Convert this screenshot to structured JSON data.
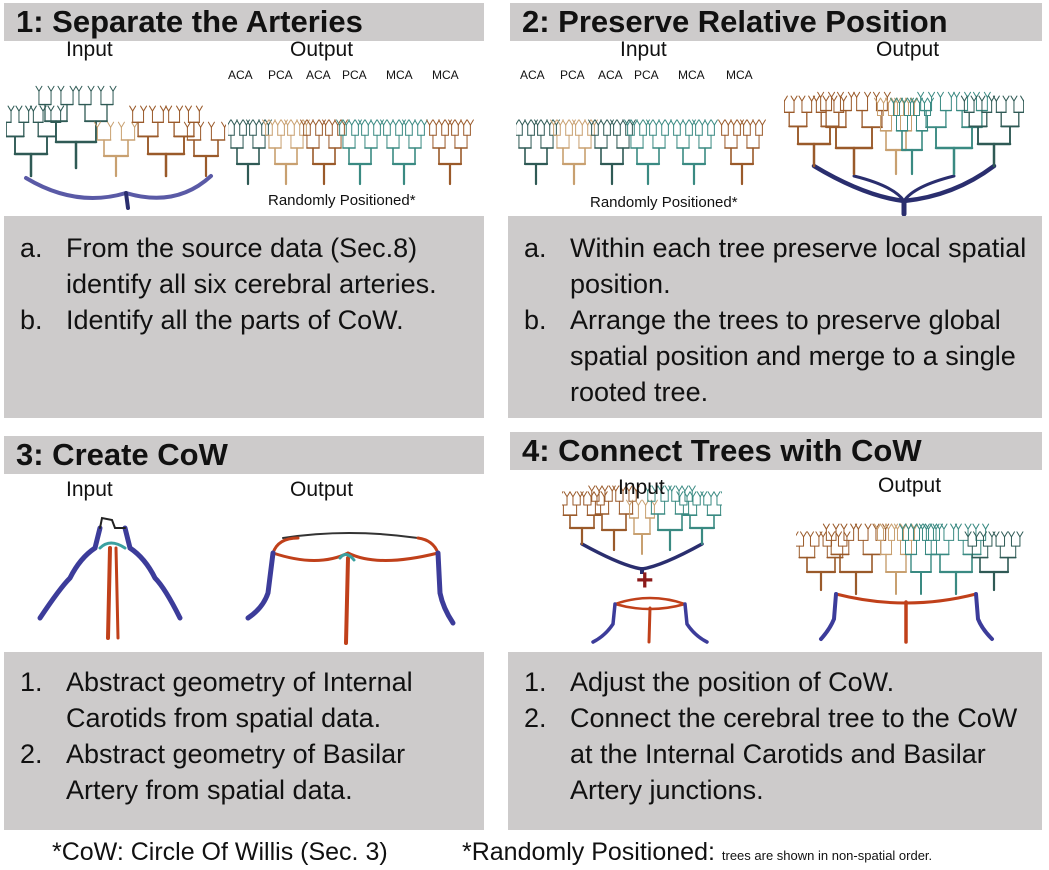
{
  "panels": [
    {
      "title": "1: Separate the Arteries",
      "input_label": "Input",
      "output_label": "Output",
      "artery_labels": [
        "ACA",
        "PCA",
        "ACA",
        "PCA",
        "MCA",
        "MCA"
      ],
      "note": "Randomly Positioned*",
      "steps": [
        {
          "marker": "a.",
          "text": "From the source data (Sec.8) identify all six cerebral arteries."
        },
        {
          "marker": "b.",
          "text": "Identify all the parts of CoW."
        }
      ]
    },
    {
      "title": "2: Preserve Relative Position",
      "input_label": "Input",
      "output_label": "Output",
      "artery_labels": [
        "ACA",
        "PCA",
        "ACA",
        "PCA",
        "MCA",
        "MCA"
      ],
      "note": "Randomly Positioned*",
      "steps": [
        {
          "marker": "a.",
          "text": "Within each tree preserve local spatial position."
        },
        {
          "marker": "b.",
          "text": "Arrange the trees to preserve global spatial position and merge to a single rooted tree."
        }
      ]
    },
    {
      "title": "3: Create CoW",
      "input_label": "Input",
      "output_label": "Output",
      "steps": [
        {
          "marker": "1.",
          "text": "Abstract geometry of Internal Carotids from spatial data."
        },
        {
          "marker": "2.",
          "text": "Abstract geometry of Basilar Artery from spatial data."
        }
      ]
    },
    {
      "title": "4: Connect Trees with CoW",
      "input_label": "Input",
      "output_label": "Output",
      "plus": "+",
      "steps": [
        {
          "marker": "1.",
          "text": "Adjust the position of CoW."
        },
        {
          "marker": "2.",
          "text": "Connect the cerebral tree to the CoW at the Internal Carotids and Basilar Artery junctions."
        }
      ]
    }
  ],
  "footnotes": {
    "cow": "*CoW: Circle Of Willis (Sec. 3)",
    "random_big": "*Randomly Positioned:",
    "random_small": "trees are shown in non-spatial order."
  },
  "colors": {
    "panel_bg": "#cdcbcb",
    "aca": "#2f5a55",
    "pca": "#c8a070",
    "mca": "#3a8a82",
    "brown": "#9a5a2a",
    "root": "#2a2e6e",
    "carotid": "#3c3c9a",
    "cow_red": "#c0401a",
    "plus": "#8b1a1a"
  }
}
